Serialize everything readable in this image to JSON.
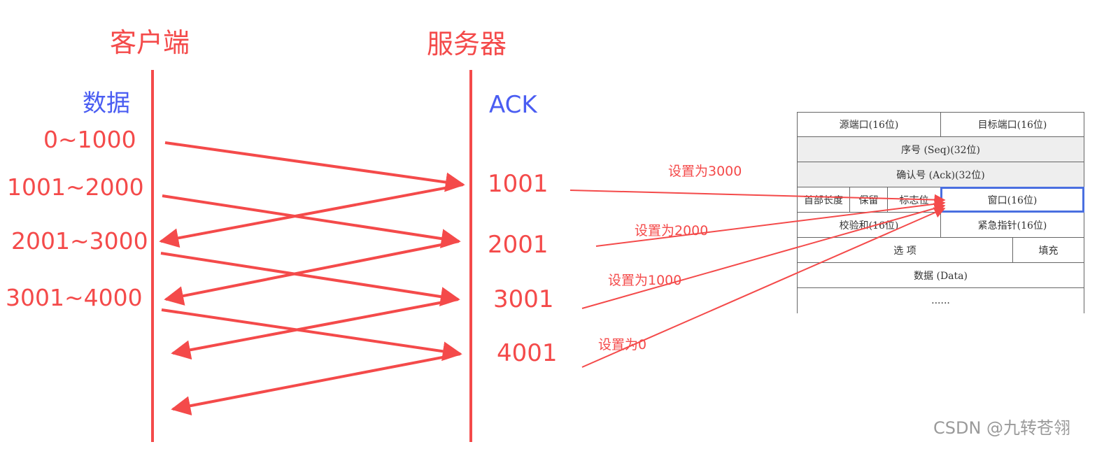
{
  "titles": {
    "client": "客户端",
    "server": "服务器"
  },
  "columns": {
    "data": "数据",
    "ack": "ACK"
  },
  "segments": [
    "0~1000",
    "1001~2000",
    "2001~3000",
    "3001~4000"
  ],
  "acks": [
    "1001",
    "2001",
    "3001",
    "4001"
  ],
  "window_settings": [
    "设置为3000",
    "设置为2000",
    "设置为1000",
    "设置为0"
  ],
  "tcp_header": {
    "src_port": "源端口(16位)",
    "dst_port": "目标端口(16位)",
    "seq": "序号 (Seq)(32位)",
    "ack": "确认号 (Ack)(32位)",
    "header_len": "首部长度",
    "reserved": "保留",
    "flags": "标志位",
    "window": "窗口(16位)",
    "checksum": "校验和(16位)",
    "urgent": "紧急指针(16位)",
    "options": "选 项",
    "padding": "填充",
    "data": "数据 (Data)",
    "more": "......"
  },
  "watermark": "CSDN @九转苍翎",
  "colors": {
    "arrow": "#f44a4a",
    "column_heading": "#4a5df2",
    "window_highlight": "#4a6fe0"
  }
}
